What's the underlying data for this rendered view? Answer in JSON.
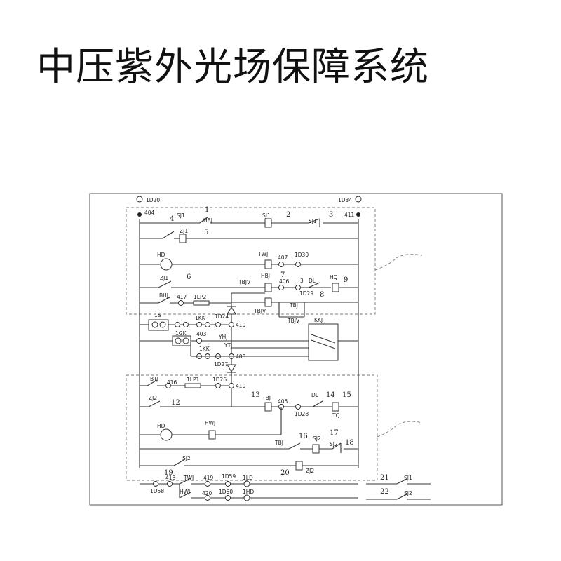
{
  "title": "中压紫外光场保障系统",
  "labels": {
    "ID20": "1D20",
    "ID34": "1D34",
    "n404": "404",
    "SJ1a": "SJ1",
    "HBJa": "HBJ",
    "n1": "1",
    "n2": "2",
    "SJ1b": "SJ1",
    "n3": "3",
    "SJ1c": "SJ1",
    "n411": "411",
    "n4": "4",
    "ZJ1a": "ZJ1",
    "n5": "5",
    "HD1": "HD",
    "TWJa": "TWJ",
    "n407": "407",
    "ID30": "1D30",
    "ZJ1b": "ZJ1",
    "n6": "6",
    "TBJVa": "TBJV",
    "HBJb": "HBJ",
    "n7": "7",
    "n406": "406",
    "n3b": "3",
    "DLa": "DL",
    "HQ": "HQ",
    "n9": "9",
    "ID29": "1D29",
    "n8": "8",
    "BHJ": "BHJ",
    "n417": "417",
    "ILP2": "1LP2",
    "TBJVb": "TBJV",
    "TBJa": "TBJ",
    "TBJVc": "TBJV",
    "IS": "1S",
    "IKKa": "1KK",
    "ID24": "1D24",
    "n410a": "410",
    "KKJ": "KKJ",
    "IGK": "1GK",
    "n403": "403",
    "YHJ": "YHJ",
    "IKKb": "1KK",
    "YTJ": "YTJ",
    "n408": "408",
    "ID27": "1D27",
    "BTJ": "BTJ",
    "n416": "416",
    "ILP1": "1LP1",
    "ID26": "1D26",
    "n410b": "410",
    "ZJ2a": "ZJ2",
    "n12": "12",
    "n13": "13",
    "TBJb": "TBJ",
    "n405": "405",
    "ID28": "1D28",
    "DLb": "DL",
    "n14": "14",
    "n15": "15",
    "TQ": "TQ",
    "HD2": "HD",
    "HWJa": "HWJ",
    "TBJc": "TBJ",
    "n16": "16",
    "SJ2a": "SJ2",
    "n17": "17",
    "SJ2b": "SJ2",
    "n18": "18",
    "SJ2c": "SJ2",
    "n19": "19",
    "n20": "20",
    "ZJ2b": "ZJ2",
    "n418": "418",
    "TWJb": "TWJ",
    "n419": "419",
    "ID59": "1D59",
    "ILD": "1LD",
    "ID58": "1D58",
    "HWJb": "HWJ",
    "n420": "420",
    "ID60": "1D60",
    "IHD": "1HD",
    "n21": "21",
    "SJ1d": "SJ1",
    "n22": "22",
    "SJ2d": "SJ2"
  }
}
